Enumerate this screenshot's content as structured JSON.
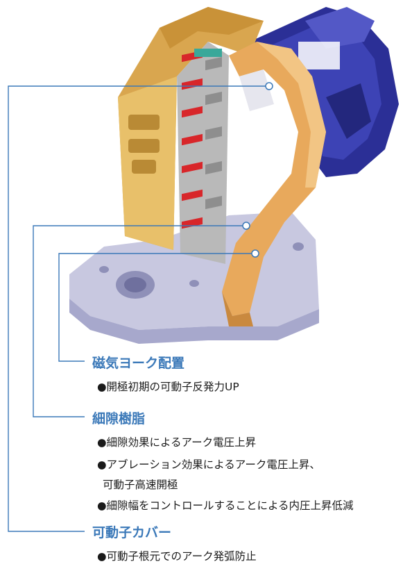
{
  "colors": {
    "accent": "#3a78b8",
    "leader_line": "#3a78b8",
    "yoke_gold": "#d9a64f",
    "cover_orange": "#e8a95c",
    "resin_red": "#d8262a",
    "grid_gray": "#b9b9b9",
    "base_lavender": "#c8c8e0",
    "motor_blue": "#2b2f96"
  },
  "callouts": [
    {
      "title": "磁気ヨーク配置",
      "bullets": [
        "●開極初期の可動子反発力UP"
      ]
    },
    {
      "title": "細隙樹脂",
      "bullets": [
        "●細隙効果によるアーク電圧上昇",
        "●アブレーション効果によるアーク電圧上昇、",
        "可動子高速開極",
        "●細隙幅をコントロールすることによる内圧上昇低減"
      ]
    },
    {
      "title": "可動子カバー",
      "bullets": [
        "●可動子根元でのアーク発弧防止"
      ]
    }
  ]
}
